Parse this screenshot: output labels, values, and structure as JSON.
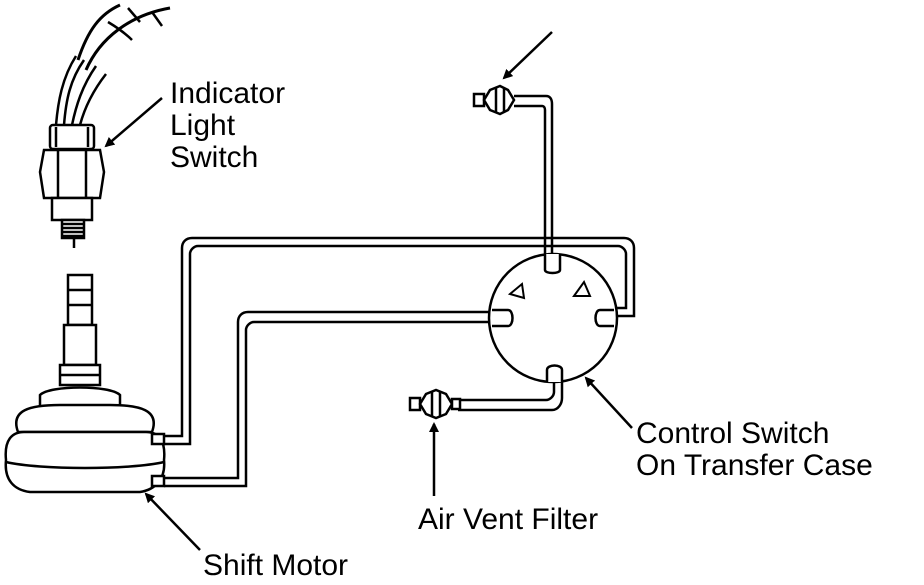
{
  "labels": {
    "indicator_light_switch": [
      "Indicator",
      "Light",
      "Switch"
    ],
    "control_switch": [
      "Control Switch",
      "On Transfer Case"
    ],
    "air_vent_filter": "Air Vent Filter",
    "shift_motor": "Shift Motor"
  },
  "colors": {
    "ink": "#000000",
    "paper": "#ffffff"
  }
}
